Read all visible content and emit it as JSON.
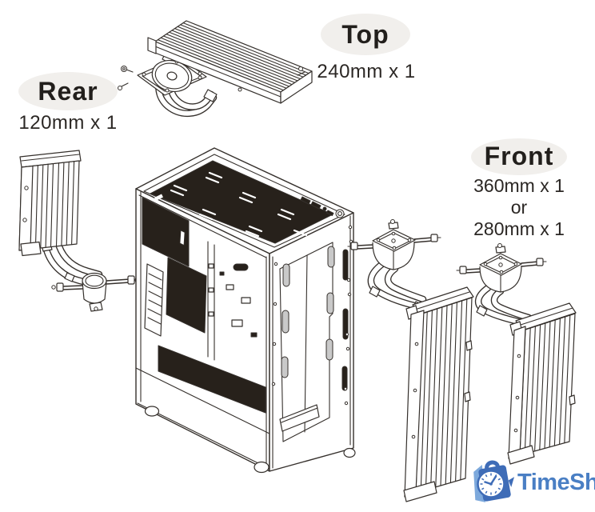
{
  "annotations": {
    "rear": {
      "title": "Rear",
      "size": "120mm x 1"
    },
    "top": {
      "title": "Top",
      "size": "240mm x 1"
    },
    "front": {
      "title": "Front",
      "size_primary": "360mm x 1",
      "conjunction": "or",
      "size_secondary": "280mm x 1"
    }
  },
  "logo": {
    "text": "TimeShop"
  },
  "illustration": {
    "subject": "PC case liquid-cooling radiator mounting locations",
    "components": [
      "rear-radiator-120mm-with-pump",
      "top-radiator-240mm-with-fan",
      "pc-case-isometric",
      "front-radiator-360mm-with-pump",
      "front-radiator-280mm-with-pump"
    ]
  },
  "colors": {
    "line": "#35302c",
    "mesh_dark": "#27211b",
    "label_text": "#221f1c",
    "halo": "#f1efec",
    "logo_blue": "#4a7fc4",
    "logo_bag": "#3e6cb7",
    "logo_bag_light": "#7da9dc",
    "slot_gray": "#c9c9c9"
  }
}
